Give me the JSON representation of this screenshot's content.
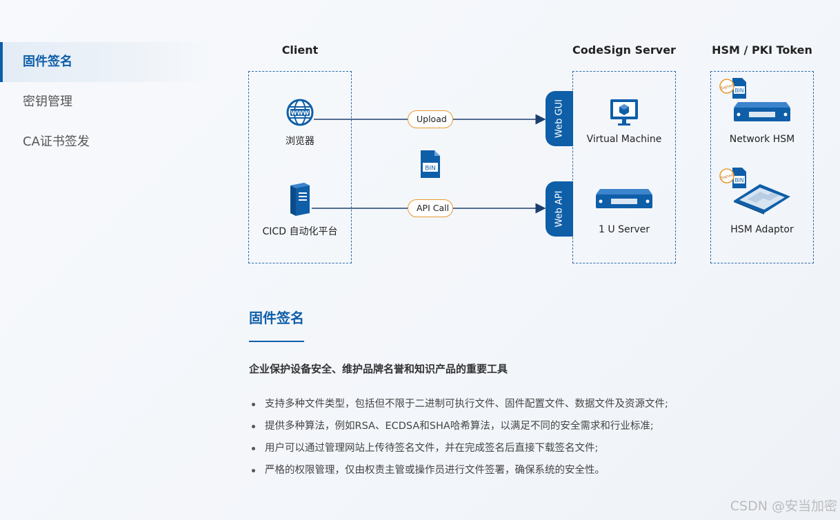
{
  "sidebar": {
    "items": [
      {
        "label": "固件签名",
        "active": true
      },
      {
        "label": "密钥管理",
        "active": false
      },
      {
        "label": "CA证书签发",
        "active": false
      }
    ]
  },
  "diagram": {
    "columns": {
      "client": "Client",
      "server": "CodeSign Server",
      "hsm": "HSM / PKI Token"
    },
    "client_nodes": {
      "browser": "浏览器",
      "cicd": "CICD 自动化平台"
    },
    "connections": {
      "upload": "Upload",
      "api_call": "API Call"
    },
    "file_badge": "BIN",
    "signed_badge": "Signed",
    "server_tabs": {
      "gui": "Web GUI",
      "api": "Web API"
    },
    "server_nodes": {
      "vm": "Virtual Machine",
      "u_server": "1 U Server"
    },
    "hsm_nodes": {
      "network": "Network HSM",
      "adaptor": "HSM Adaptor"
    },
    "icons": {
      "browser": "globe-www-icon",
      "cicd": "server-tower-icon",
      "vm": "monitor-cube-icon",
      "u_server": "rack-server-icon",
      "network_hsm": "rack-server-icon",
      "hsm_adaptor": "hsm-card-icon"
    },
    "colors": {
      "primary": "#0e5ea8",
      "pill_border": "#e69a2e",
      "line": "#1c3f6e"
    }
  },
  "content": {
    "title": "固件签名",
    "subtitle": "企业保护设备安全、维护品牌名誉和知识产品的重要工具",
    "bullets": [
      "支持多种文件类型，包括但不限于二进制可执行文件、固件配置文件、数据文件及资源文件;",
      "提供多种算法，例如RSA、ECDSA和SHA哈希算法，以满足不同的安全需求和行业标准;",
      "用户可以通过管理网站上传待签名文件，并在完成签名后直接下载签名文件;",
      "严格的权限管理，仅由权责主管或操作员进行文件签署，确保系统的安全性。"
    ]
  },
  "watermark": "CSDN @安当加密"
}
